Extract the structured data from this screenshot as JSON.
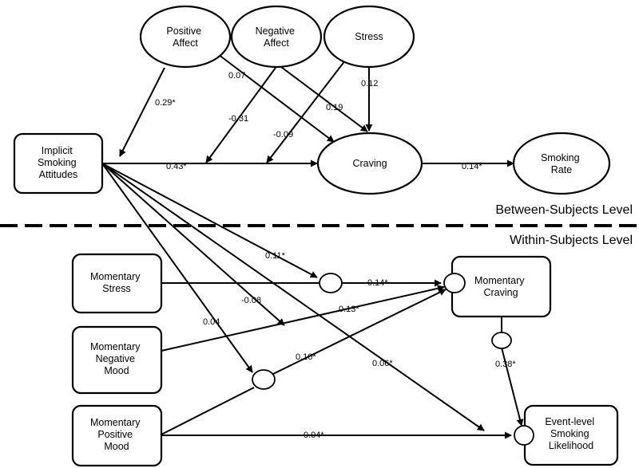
{
  "nodes": {
    "positive_affect": [
      "Positive",
      "Affect"
    ],
    "negative_affect": [
      "Negative",
      "Affect"
    ],
    "stress": [
      "Stress"
    ],
    "implicit": [
      "Implicit",
      "Smoking",
      "Attitudes"
    ],
    "craving": [
      "Craving"
    ],
    "smoking_rate": [
      "Smoking",
      "Rate"
    ],
    "mom_stress": [
      "Momentary",
      "Stress"
    ],
    "mom_neg": [
      "Momentary",
      "Negative",
      "Mood"
    ],
    "mom_pos": [
      "Momentary",
      "Positive",
      "Mood"
    ],
    "mom_craving": [
      "Momentary",
      "Craving"
    ],
    "event": [
      "Event-level",
      "Smoking",
      "Likelihood"
    ]
  },
  "levels": {
    "between": "Between-Subjects Level",
    "within": "Within-Subjects Level"
  },
  "coefficients": {
    "pa_isa": "0.29*",
    "pa_craving": "0.07",
    "na_craving": "0.19",
    "stress_craving": "0.12",
    "na_path": "-0.31",
    "stress_path": "-0.09",
    "isa_craving": "0.43*",
    "craving_rate": "0.14*",
    "isa_mstress": "0.11*",
    "mstress_mcraving": "0.14*",
    "isa_mneg": "-0.08",
    "mneg_mcraving": "0.13*",
    "isa_mpos": "0.04",
    "mpos_mcraving": "0.10*",
    "isa_event": "0.06*",
    "mcraving_event": "0.38*",
    "mpos_event": "0.04*"
  }
}
